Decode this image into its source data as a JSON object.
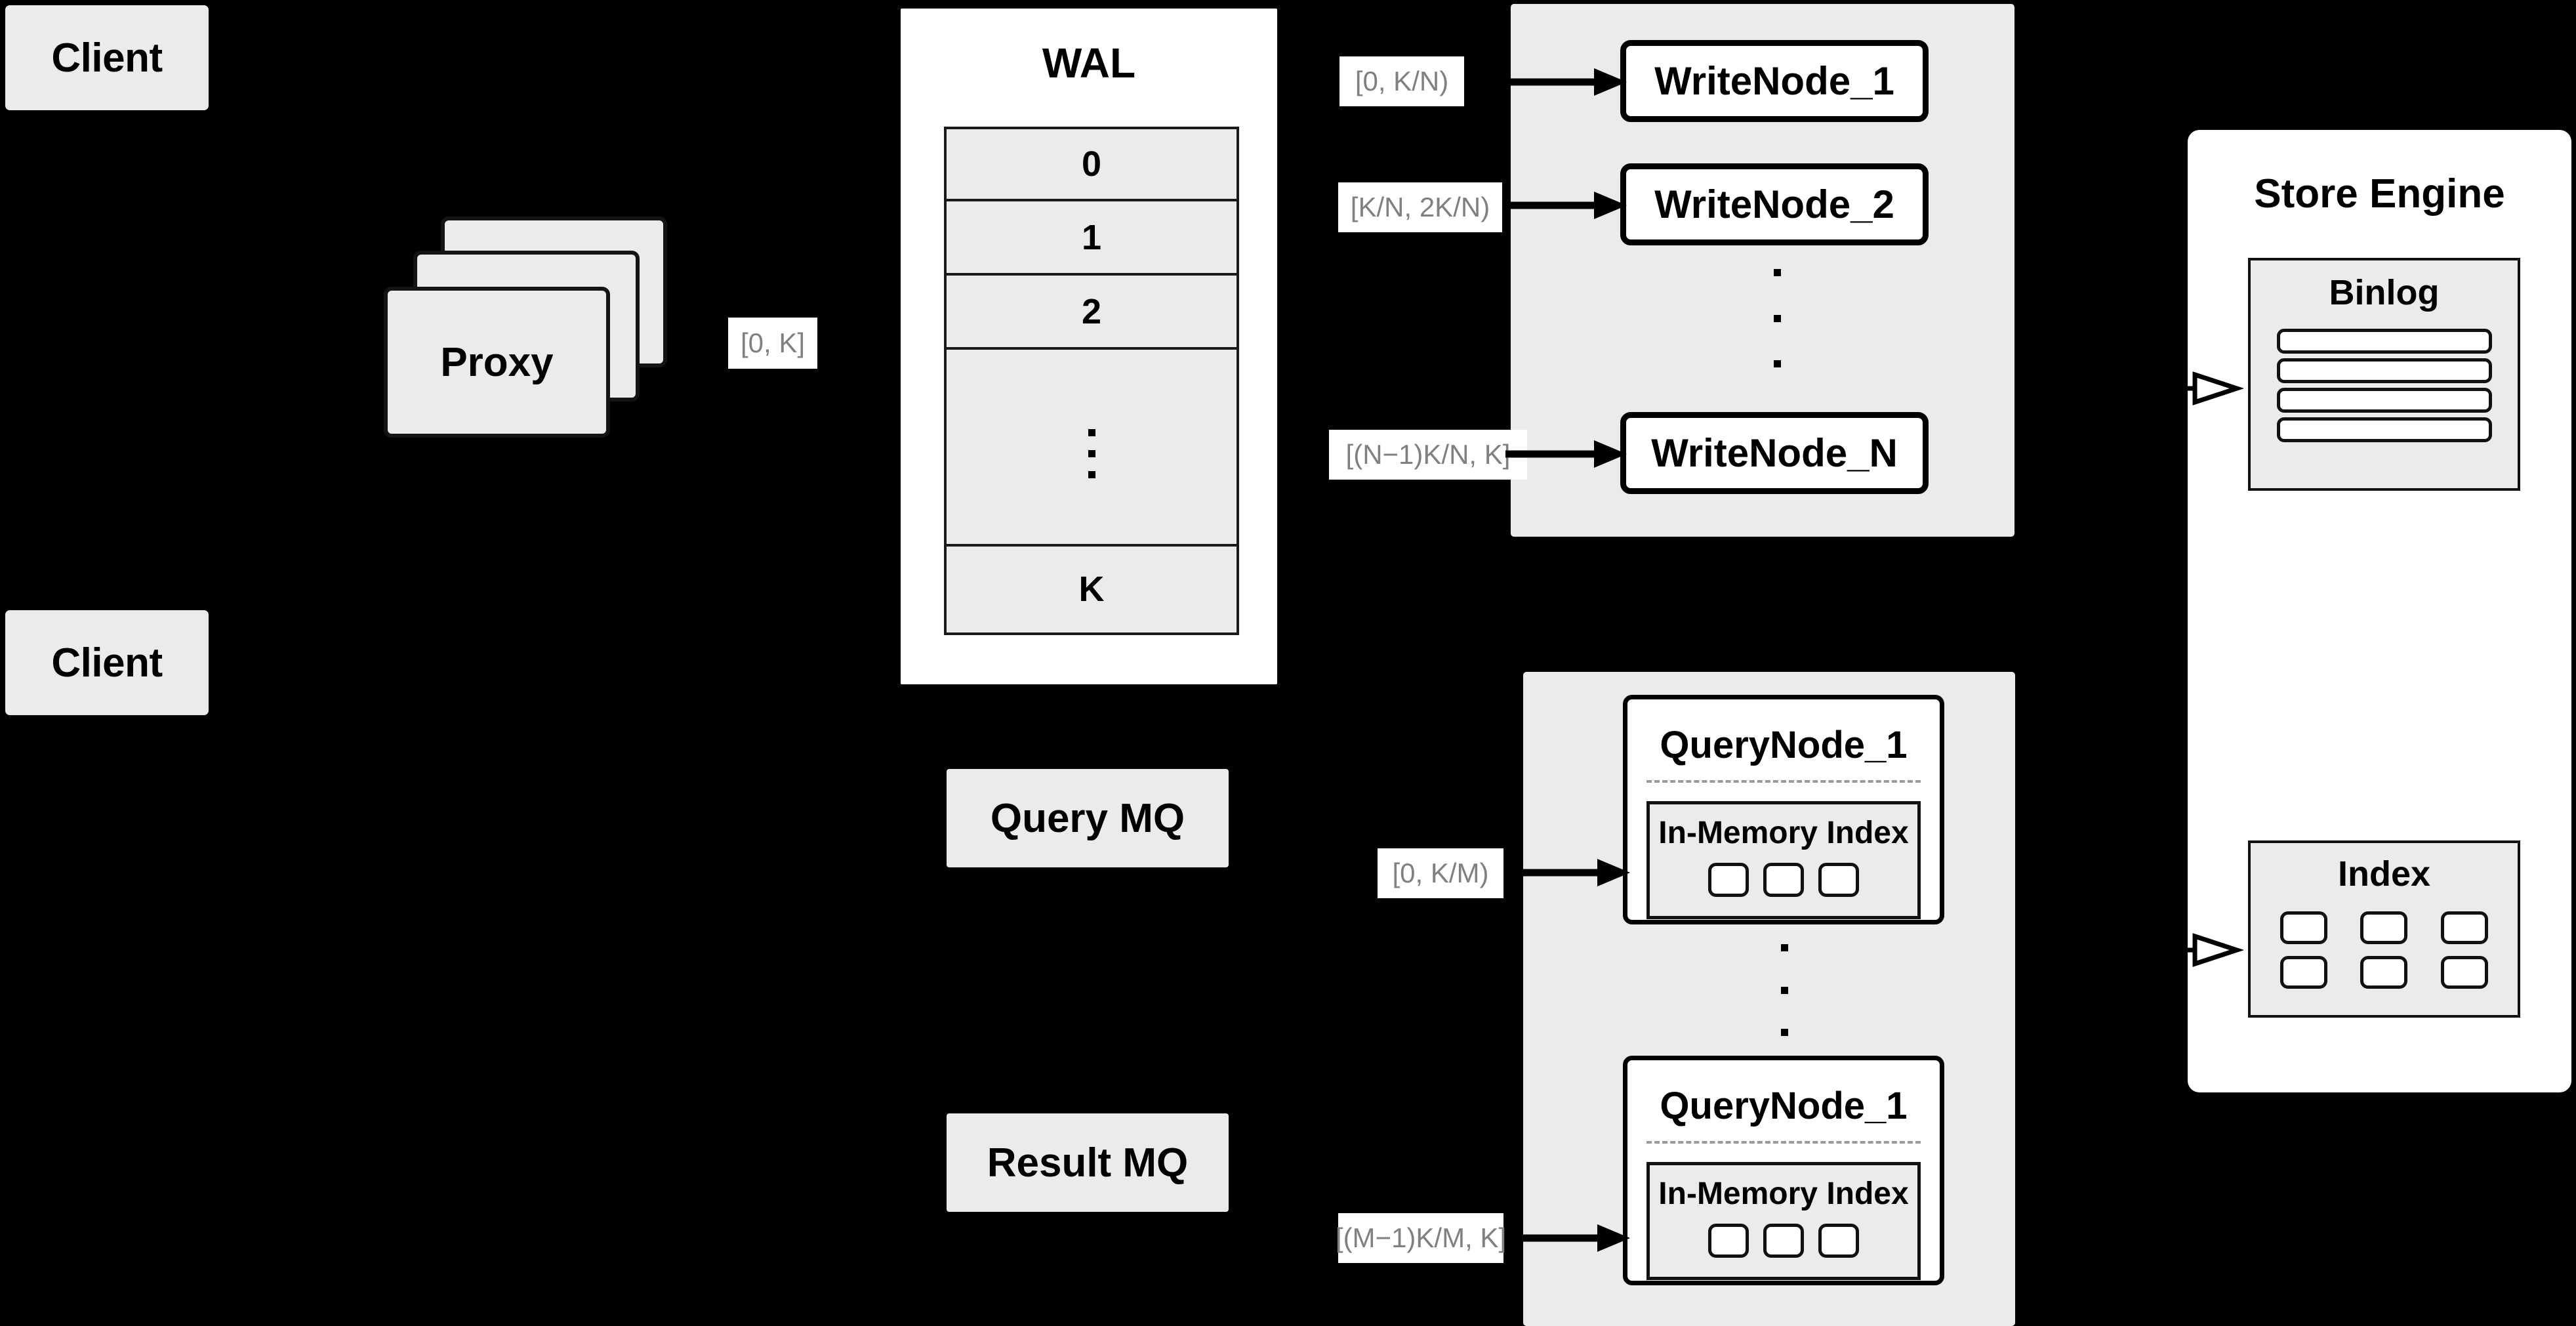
{
  "diagram": {
    "title": "Distributed write / query architecture",
    "background_color": "#000000",
    "panel_gray": "#ebebeb",
    "panel_white": "#ffffff",
    "label_text_color": "#808080"
  },
  "clients": [
    {
      "label": "Client"
    },
    {
      "label": "Client"
    }
  ],
  "proxy": {
    "label": "Proxy",
    "stack_count": 3
  },
  "proxy_range_label": {
    "text": "[0, K]"
  },
  "wal": {
    "title": "WAL",
    "rows": [
      {
        "label": "0",
        "kind": "text"
      },
      {
        "label": "1",
        "kind": "text"
      },
      {
        "label": "2",
        "kind": "text"
      },
      {
        "label": "",
        "kind": "ellipsis"
      },
      {
        "label": "K",
        "kind": "text"
      }
    ]
  },
  "queues": [
    {
      "label": "Query MQ"
    },
    {
      "label": "Result MQ"
    }
  ],
  "write_group": {
    "nodes": [
      {
        "label": "WriteNode_1",
        "range": "[0,  K/N)"
      },
      {
        "label": "WriteNode_2",
        "range": "[K/N, 2K/N)"
      },
      {
        "label": "WriteNode_N",
        "range": "[(N−1)K/N,  K]"
      }
    ],
    "ellipsis": true
  },
  "query_group": {
    "nodes": [
      {
        "label": "QueryNode_1",
        "range": "[0, K/M)",
        "memory_index": {
          "title": "In-Memory Index",
          "cell_count": 3
        }
      },
      {
        "label": "QueryNode_1",
        "range": "[(M−1)K/M, K]",
        "memory_index": {
          "title": "In-Memory Index",
          "cell_count": 3
        }
      }
    ],
    "ellipsis": true
  },
  "store_engine": {
    "title": "Store Engine",
    "binlog": {
      "title": "Binlog",
      "row_count": 4
    },
    "index": {
      "title": "Index",
      "cell_count": 6
    }
  }
}
